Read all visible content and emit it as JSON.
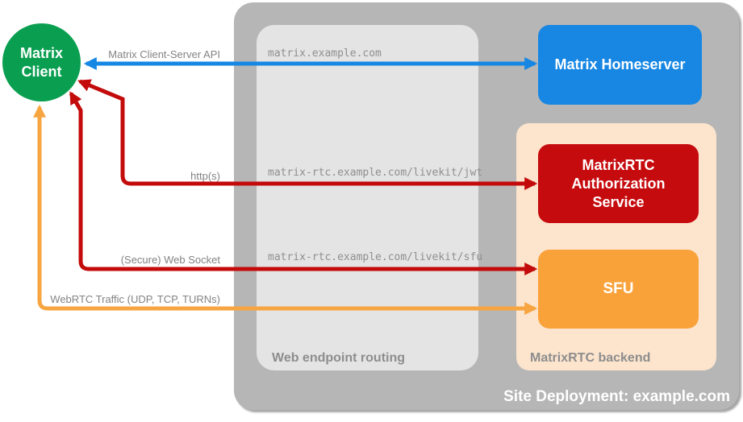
{
  "diagram": {
    "site": {
      "label": "Site Deployment: example.com"
    },
    "routing": {
      "label": "Web endpoint routing",
      "endpoints": [
        "matrix.example.com",
        "matrix-rtc.example.com/livekit/jwt",
        "matrix-rtc.example.com/livekit/sfu"
      ]
    },
    "backend": {
      "label": "MatrixRTC backend"
    },
    "nodes": {
      "client": {
        "label": "Matrix\nClient",
        "color": "#0a9f50"
      },
      "homeserver": {
        "label": "Matrix Homeserver",
        "color": "#1787e3"
      },
      "auth_service": {
        "label": "MatrixRTC\nAuthorization\nService",
        "color": "#c60b0e"
      },
      "sfu": {
        "label": "SFU",
        "color": "#f9a23a"
      }
    },
    "arrows": {
      "client_server_api": {
        "label": "Matrix Client-Server API",
        "color": "#1787e3",
        "direction": "bidirectional"
      },
      "https": {
        "label": "http(s)",
        "color": "#c40b0b",
        "direction": "bidirectional"
      },
      "websocket": {
        "label": "(Secure) Web Socket",
        "color": "#c40b0b",
        "direction": "bidirectional"
      },
      "webrtc": {
        "label": "WebRTC Traffic (UDP, TCP, TURNs)",
        "color": "#f7a540",
        "direction": "bidirectional"
      }
    }
  }
}
